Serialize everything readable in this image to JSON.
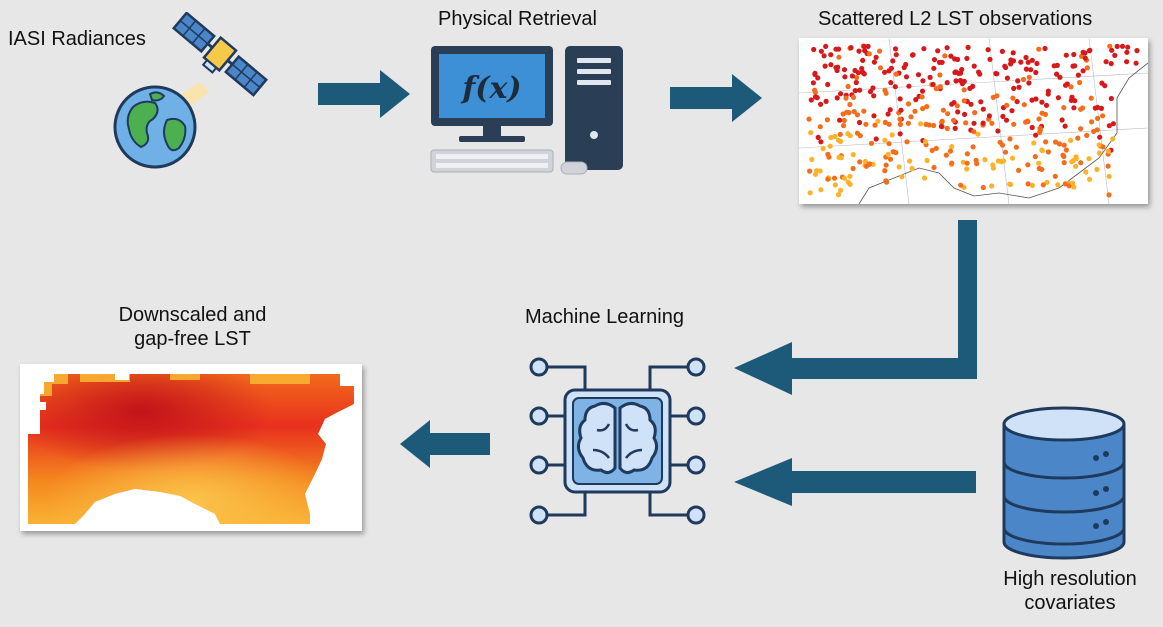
{
  "nodes": {
    "iasi": {
      "label": "IASI Radiances",
      "icon": "satellite-globe-icon"
    },
    "retrieval": {
      "label": "Physical Retrieval",
      "screen_text": "f(x)",
      "icon": "desktop-computer-icon"
    },
    "scattered": {
      "label": "Scattered L2 LST observations",
      "icon": "scatter-map-icon"
    },
    "ml": {
      "label": "Machine Learning",
      "icon": "brain-chip-icon"
    },
    "downscaled": {
      "label_line1": "Downscaled and",
      "label_line2": "gap-free LST",
      "icon": "gridded-map-icon"
    },
    "covariates": {
      "label_line1": "High resolution",
      "label_line2": "covariates",
      "icon": "database-icon"
    }
  },
  "colors": {
    "arrow": "#1d5a7a",
    "icon_stroke": "#1f3a5c",
    "icon_fill": "#4a86c8",
    "icon_light": "#cfe2f7",
    "hot": "#d7191c",
    "warm": "#f46d1c",
    "mild": "#fdb22a",
    "background": "#e7e7e7"
  }
}
